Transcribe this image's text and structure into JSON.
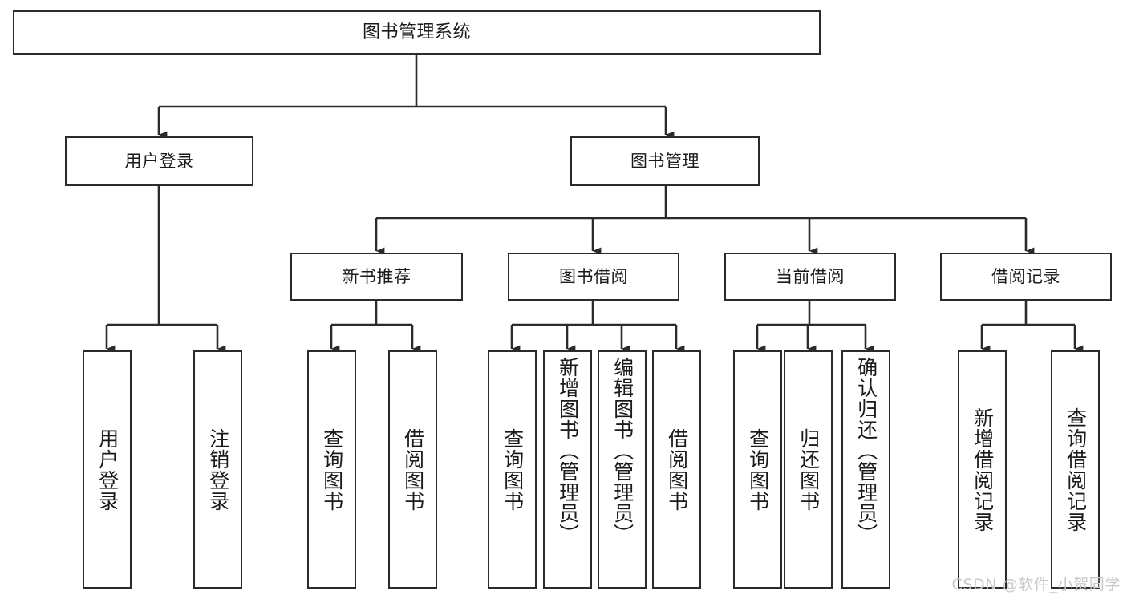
{
  "diagram": {
    "type": "tree-hierarchy",
    "title": "图书管理系统",
    "root": {
      "id": "root",
      "label": "图书管理系统",
      "orientation": "horizontal"
    },
    "level2": [
      {
        "id": "user-login",
        "label": "用户登录",
        "orientation": "horizontal"
      },
      {
        "id": "book-manage",
        "label": "图书管理",
        "orientation": "horizontal"
      }
    ],
    "level3": [
      {
        "id": "new-book-recommend",
        "label": "新书推荐",
        "orientation": "horizontal",
        "parent": "book-manage"
      },
      {
        "id": "book-borrow",
        "label": "图书借阅",
        "orientation": "horizontal",
        "parent": "book-manage"
      },
      {
        "id": "current-borrow",
        "label": "当前借阅",
        "orientation": "horizontal",
        "parent": "book-manage"
      },
      {
        "id": "borrow-record",
        "label": "借阅记录",
        "orientation": "horizontal",
        "parent": "book-manage"
      }
    ],
    "leaves": [
      {
        "id": "leaf-user-login",
        "label": "用户登录",
        "orientation": "vertical",
        "parent": "user-login"
      },
      {
        "id": "leaf-logout-login",
        "label": "注销登录",
        "orientation": "vertical",
        "parent": "user-login"
      },
      {
        "id": "leaf-query-book-1",
        "label": "查询图书",
        "orientation": "vertical",
        "parent": "new-book-recommend"
      },
      {
        "id": "leaf-borrow-book-1",
        "label": "借阅图书",
        "orientation": "vertical",
        "parent": "new-book-recommend"
      },
      {
        "id": "leaf-query-book-2",
        "label": "查询图书",
        "orientation": "vertical",
        "parent": "book-borrow"
      },
      {
        "id": "leaf-add-book",
        "label": "新增图书（管理员）",
        "orientation": "vertical",
        "parent": "book-borrow"
      },
      {
        "id": "leaf-edit-book",
        "label": "编辑图书（管理员）",
        "orientation": "vertical",
        "parent": "book-borrow"
      },
      {
        "id": "leaf-borrow-book-2",
        "label": "借阅图书",
        "orientation": "vertical",
        "parent": "book-borrow"
      },
      {
        "id": "leaf-query-book-3",
        "label": "查询图书",
        "orientation": "vertical",
        "parent": "current-borrow"
      },
      {
        "id": "leaf-return-book",
        "label": "归还图书",
        "orientation": "vertical",
        "parent": "current-borrow"
      },
      {
        "id": "leaf-confirm-return",
        "label": "确认归还（管理员）",
        "orientation": "vertical",
        "parent": "current-borrow"
      },
      {
        "id": "leaf-add-record",
        "label": "新增借阅记录",
        "orientation": "vertical",
        "parent": "borrow-record"
      },
      {
        "id": "leaf-query-record",
        "label": "查询借阅记录",
        "orientation": "vertical",
        "parent": "borrow-record"
      }
    ],
    "colors": {
      "stroke": "#2b2b2b",
      "fill": "#ffffff",
      "text": "#1a1a1a",
      "watermark": "#c9c9c9"
    }
  },
  "watermark": {
    "text": "CSDN @软件_小贺同学"
  }
}
